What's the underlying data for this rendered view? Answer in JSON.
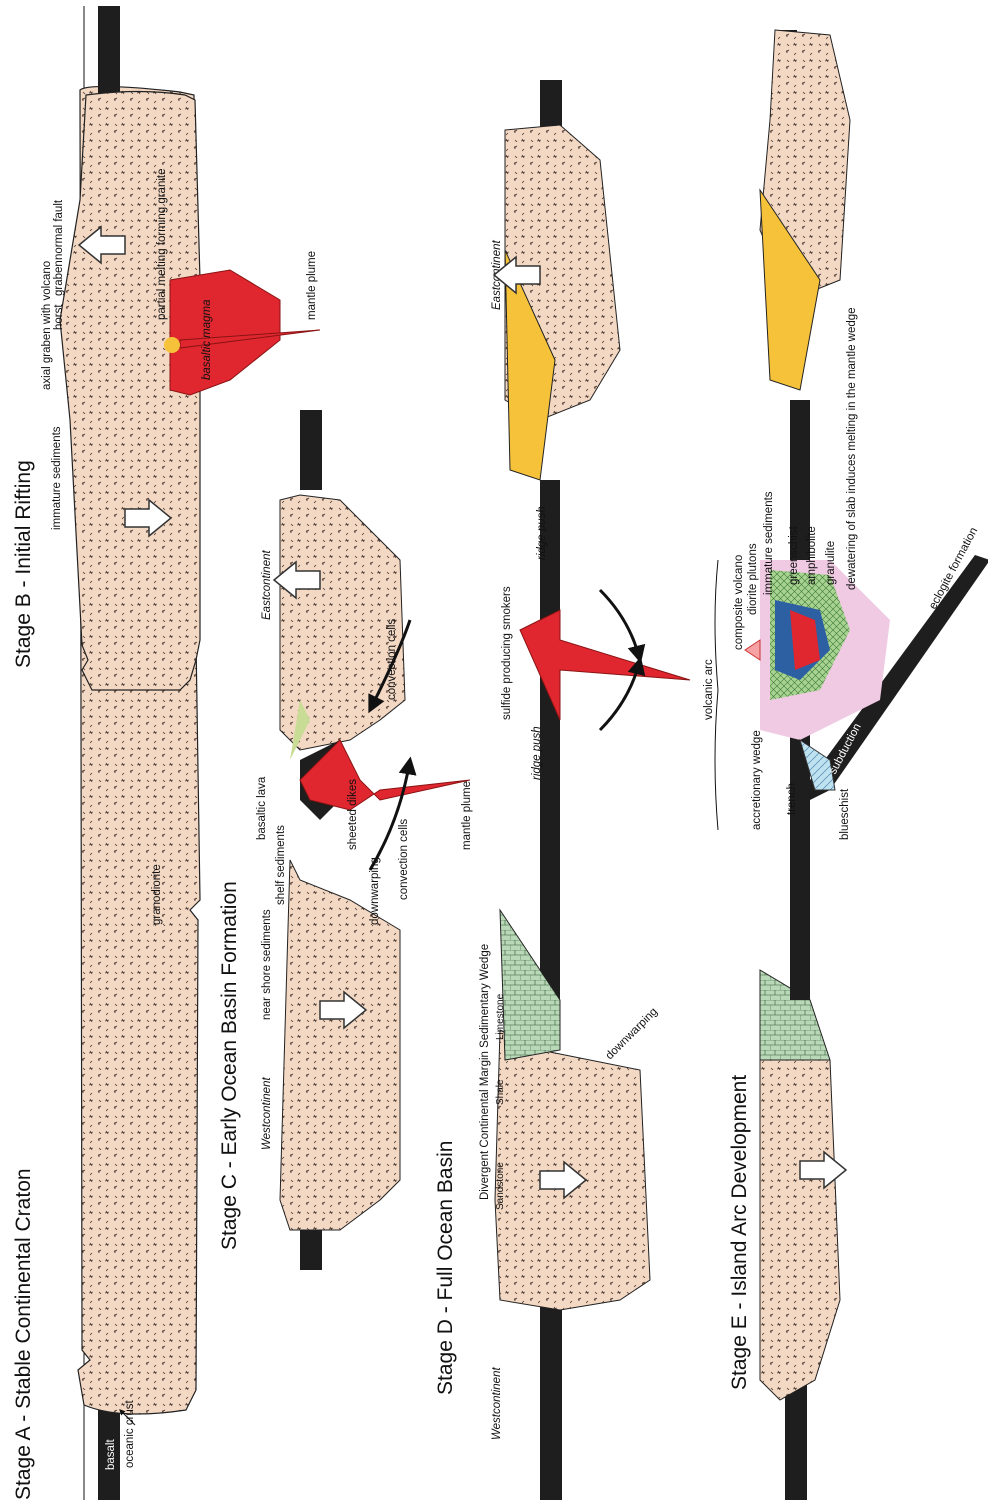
{
  "stages": [
    {
      "title": "Stage A - Stable Continental Craton",
      "labels": {
        "rock": "granodiorite",
        "basalt": "basalt",
        "oceanic_crust": "oceanic crust"
      }
    },
    {
      "title": "Stage B - Initial Rifting",
      "labels": {
        "immature_sediments": "immature sediments",
        "axial_graben": "axial graben with volcano",
        "horst": "horst",
        "graben": "graben",
        "normal_fault": "normal fault",
        "partial_melting": "partial melting forming granite",
        "basaltic_magma": "basaltic magma",
        "mantle_plume": "mantle plume"
      }
    },
    {
      "title": "Stage C - Early Ocean Basin Formation",
      "labels": {
        "westcontinent": "Westcontinent",
        "eastcontinent": "Eastcontinent",
        "near_shore": "near shore sediments",
        "shelf": "shelf sediments",
        "basaltic_lava": "basaltic lava",
        "sheeted_dikes": "sheeted dikes",
        "downwarping": "downwarping",
        "convection_1": "convection cells",
        "convection_2": "convection cells",
        "mantle_plume": "mantle plume"
      }
    },
    {
      "title": "Stage D - Full Ocean Basin",
      "labels": {
        "westcontinent": "Westcontinent",
        "eastcontinent": "Eastcontinent",
        "wedge": "Divergent Continental Margin Sedimentary Wedge",
        "sandstone": "Sandstone",
        "shale": "Shale",
        "limestone": "Limestone",
        "downwarping": "downwarping",
        "ridge_push_1": "ridge push",
        "ridge_push_2": "ridge push",
        "smokers": "sulfide producing smokers"
      }
    },
    {
      "title": "Stage E - Island Arc Development",
      "labels": {
        "volcanic_arc": "volcanic arc",
        "accretionary_wedge": "accretionary wedge",
        "trench": "trench",
        "blueschist": "blueschist",
        "subduction": "subduction",
        "composite_volcano": "composite volcano",
        "diorite_plutons": "diorite plutons",
        "immature_sediments": "immature sediments",
        "greenschist": "greenschist",
        "amphibolite": "amphibolite",
        "granulite": "granulite",
        "dewatering": "dewatering of slab induces melting in the mantle wedge",
        "eclogite": "eclogite formation"
      }
    }
  ],
  "colors": {
    "continental_crust": "#f3d8c4",
    "oceanic_crust": "#1e1e1e",
    "magma": "#e02730",
    "sediment_green": "#c9dc95",
    "sediment_yellow": "#f6c23a",
    "limestone": "#b9d8b8",
    "shale": "#c95f2a",
    "sandstone": "#fbe94a",
    "blueschist": "#a9d6ea",
    "greenschist": "#a8d290",
    "amphibolite": "#2d5fa3",
    "granulite": "#f0c9e3"
  }
}
